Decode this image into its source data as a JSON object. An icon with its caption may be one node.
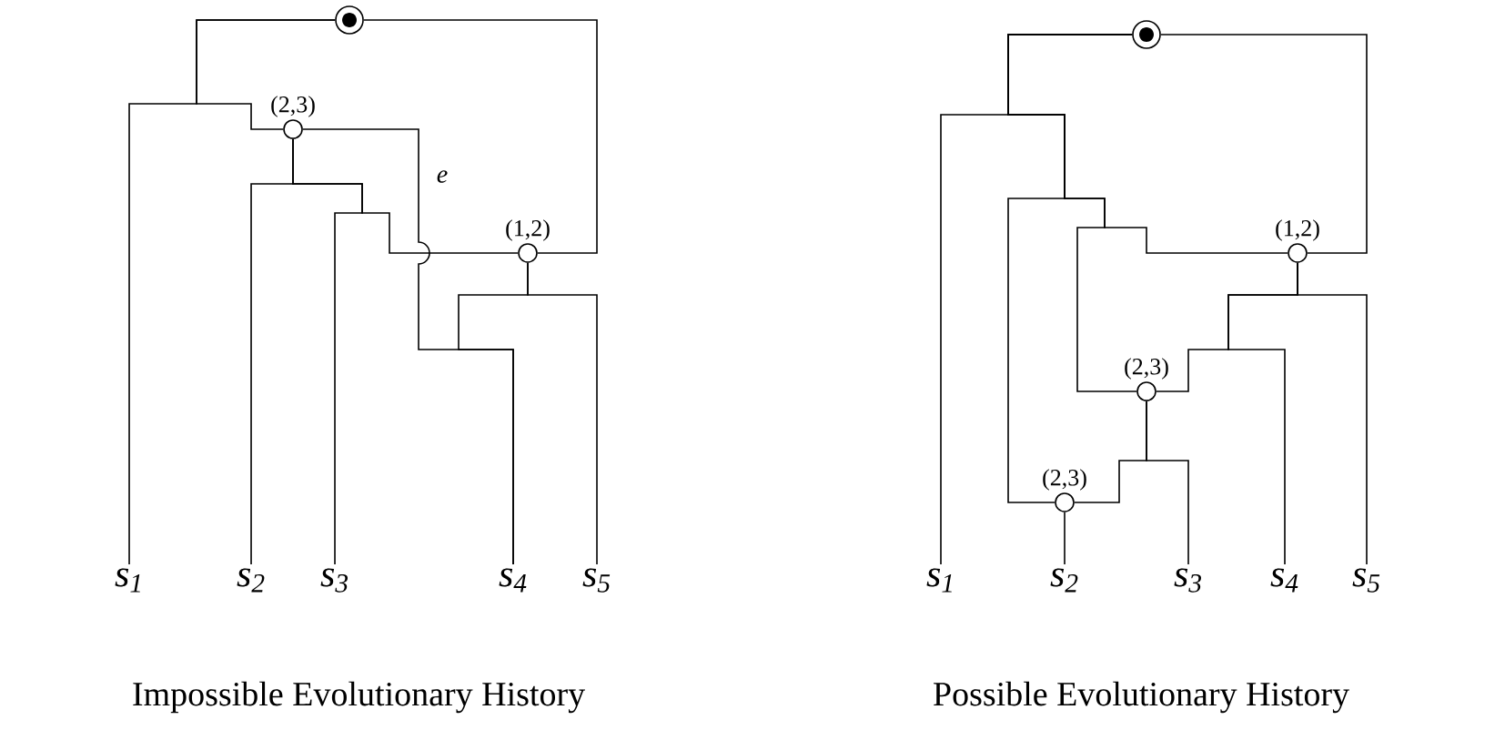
{
  "diagram": {
    "nodes": [
      {
        "text": [],
        "shape": "circle"
      },
      {
        "text": [
          "(2,3)"
        ]
      },
      {
        "text": [
          "(1,2)"
        ]
      },
      {
        "text": [
          "s$_{1}$"
        ]
      },
      {
        "text": [
          "s$_{2}$"
        ]
      },
      {
        "text": [
          "s$_{3}$"
        ]
      },
      {
        "text": [
          "s$_{4}$"
        ]
      },
      {
        "text": [
          "s$_{5}$"
        ]
      },
      {
        "text": [],
        "shape": "circle"
      },
      {
        "text": [
          "(1,2)"
        ]
      },
      {
        "text": [
          "(2,3)"
        ]
      },
      {
        "text": [
          "(2,3)"
        ]
      },
      {
        "text": [
          "s$_{1}$"
        ]
      },
      {
        "text": [
          "s$_{2}$"
        ]
      },
      {
        "text": [
          "s$_{3}$"
        ]
      },
      {
        "text": [
          "s$_{4}$"
        ]
      },
      {
        "text": [
          "s$_{5}$"
        ]
      }
    ],
    "edges": [
      {
        "from": 0,
        "to": 3,
        "arrow": "none"
      },
      {
        "from": 0,
        "to": 1,
        "arrow": "none"
      },
      {
        "from": 0,
        "to": 2,
        "arrow": "none"
      },
      {
        "from": 1,
        "to": 4,
        "arrow": "none"
      },
      {
        "from": 1,
        "to": 5,
        "arrow": "none"
      },
      {
        "from": 1,
        "to": 2,
        "arrow": "none"
      },
      {
        "from": 1,
        "to": 6,
        "arrow": "none",
        "label": "e"
      },
      {
        "from": 2,
        "to": 6,
        "arrow": "none"
      },
      {
        "from": 2,
        "to": 7,
        "arrow": "none"
      },
      {
        "from": 8,
        "to": 12,
        "arrow": "none"
      },
      {
        "from": 8,
        "to": 11,
        "arrow": "none"
      },
      {
        "from": 8,
        "to": 10,
        "arrow": "none"
      },
      {
        "from": 8,
        "to": 9,
        "arrow": "none"
      },
      {
        "from": 8,
        "to": 9,
        "arrow": "none"
      },
      {
        "from": 9,
        "to": 10,
        "arrow": "none"
      },
      {
        "from": 9,
        "to": 15,
        "arrow": "none"
      },
      {
        "from": 9,
        "to": 16,
        "arrow": "none"
      },
      {
        "from": 10,
        "to": 14,
        "arrow": "none"
      },
      {
        "from": 10,
        "to": 11,
        "arrow": "none"
      },
      {
        "from": 11,
        "to": 13,
        "arrow": "none"
      }
    ],
    "labels": [
      "Impossible Evolutionary History",
      "Possible Evolutionary History"
    ]
  }
}
